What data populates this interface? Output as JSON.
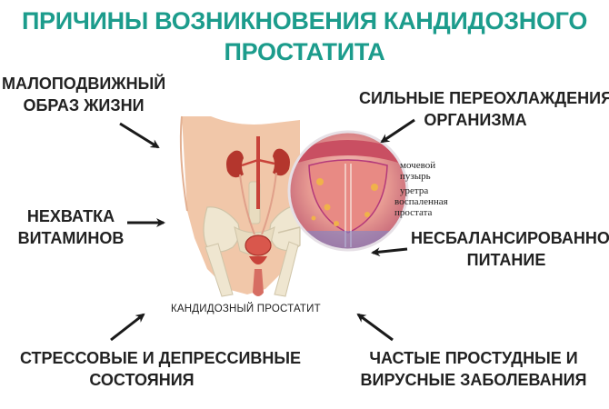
{
  "title": {
    "line1": "ПРИЧИНЫ ВОЗНИКНОВЕНИЯ КАНДИДОЗНОГО",
    "line2": "ПРОСТАТИТА"
  },
  "causes": {
    "sedentary": {
      "line1": "МАЛОПОДВИЖНЫЙ",
      "line2": "ОБРАЗ ЖИЗНИ"
    },
    "hypothermia": {
      "line1": "СИЛЬНЫЕ ПЕРЕОХЛАЖДЕНИЯ",
      "line2": "ОРГАНИЗМА"
    },
    "vitamins": {
      "line1": "НЕХВАТКА",
      "line2": "ВИТАМИНОВ"
    },
    "diet": {
      "line1": "НЕСБАЛАНСИРОВАННОЕ",
      "line2": "ПИТАНИЕ"
    },
    "stress": {
      "line1": "СТРЕССОВЫЕ И ДЕПРЕССИВНЫЕ",
      "line2": "СОСТОЯНИЯ"
    },
    "infections": {
      "line1": "ЧАСТЫЕ ПРОСТУДНЫЕ И",
      "line2": "ВИРУСНЫЕ ЗАБОЛЕВАНИЯ"
    }
  },
  "illustration": {
    "caption": "КАНДИДОЗНЫЙ ПРОСТАТИТ",
    "zoom_labels": {
      "bladder_line1": "мочевой",
      "bladder_line2": "пузырь",
      "urethra": "уретра",
      "inflamed_line1": "воспаленная",
      "inflamed_line2": "простата"
    }
  },
  "colors": {
    "title": "#1c9c8c",
    "text": "#222222",
    "arrow": "#1a1a1a",
    "skin": "#f1c7a9",
    "bone": "#efe6d0",
    "organ": "#c8433a",
    "zoom_ring": "#b4397a"
  }
}
